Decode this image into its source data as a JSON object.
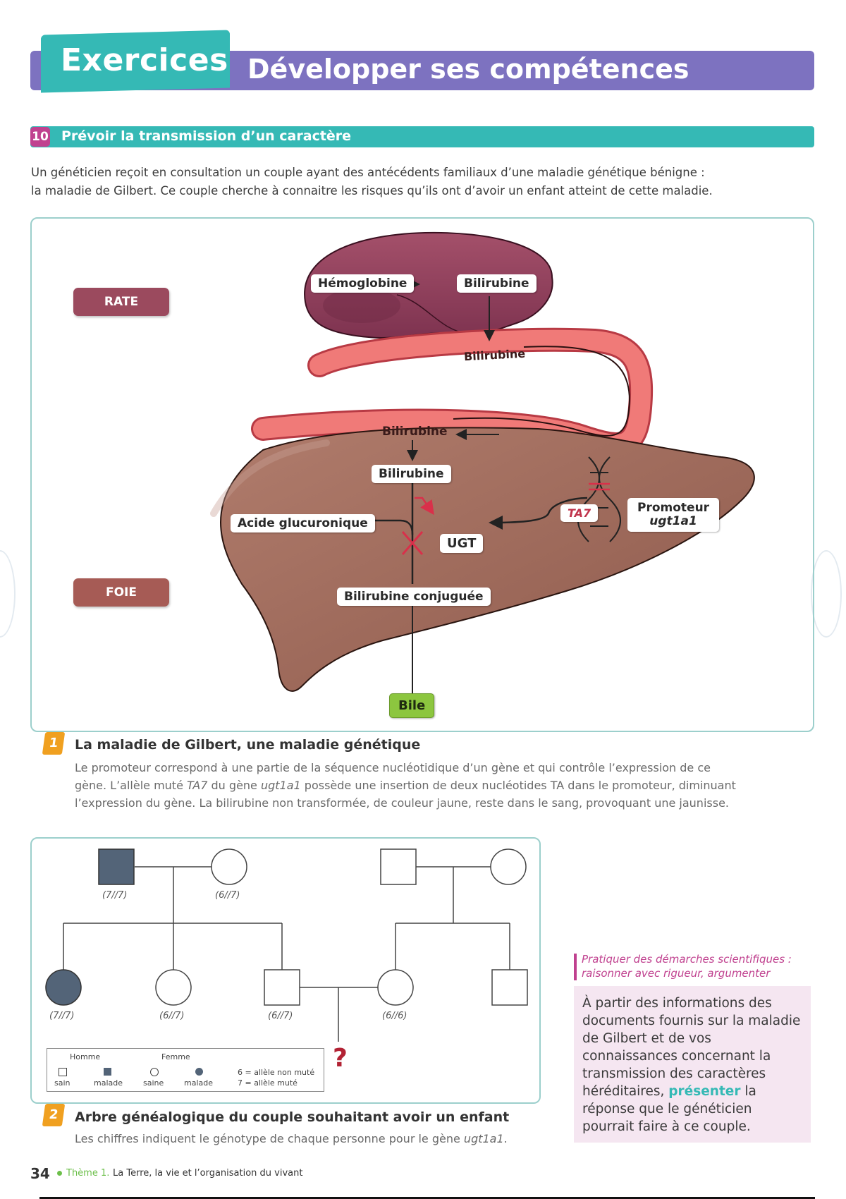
{
  "header": {
    "tab_label": "Exercices",
    "title": "Développer ses compétences",
    "colors": {
      "tab": "#35b9b5",
      "bar": "#7d72c0"
    }
  },
  "exercise": {
    "number": "10",
    "title": "Prévoir la transmission d’un caractère",
    "intro_line1": "Un généticien reçoit en consultation un couple ayant des antécédents familiaux d’une maladie génétique bénigne :",
    "intro_line2": "la maladie de Gilbert. Ce couple cherche à connaitre les risques qu’ils ont d’avoir un enfant atteint de cette maladie."
  },
  "doc1": {
    "organs": {
      "rate": "RATE",
      "foie": "FOIE"
    },
    "labels": {
      "hemoglobine": "Hémoglobine",
      "bilirubine_rate": "Bilirubine",
      "bilirubine_vessel1": "Bilirubine",
      "bilirubine_vessel2": "Bilirubine",
      "bilirubine_liver": "Bilirubine",
      "acide": "Acide glucuronique",
      "ugt": "UGT",
      "bilirubine_conj": "Bilirubine conjuguée",
      "ta7": "TA7",
      "promoteur": "Promoteur",
      "promoteur_gene": "ugt1a1",
      "bile": "Bile"
    },
    "badge": "1",
    "caption_title": "La maladie de Gilbert, une maladie génétique",
    "caption_line1": "Le promoteur correspond à une partie de la séquence nucléotidique d’un gène et qui contrôle l’expression de ce",
    "caption_line2_a": "gène. L’allèle muté ",
    "caption_line2_ta7": "TA7",
    "caption_line2_b": " du gène ",
    "caption_line2_gene": "ugt1a1",
    "caption_line2_c": " possède une insertion de deux nucléotides TA dans le promoteur, diminuant",
    "caption_line3": "l’expression du gène. La bilirubine non transformée, de couleur jaune, reste dans le sang, provoquant une jaunisse."
  },
  "doc2": {
    "individuals": [
      {
        "id": "I-1",
        "sex": "male",
        "affected": true,
        "genotype": "(7//7)"
      },
      {
        "id": "I-2",
        "sex": "female",
        "affected": false,
        "genotype": "(6//7)"
      },
      {
        "id": "I-3",
        "sex": "male",
        "affected": false,
        "genotype": ""
      },
      {
        "id": "I-4",
        "sex": "female",
        "affected": false,
        "genotype": ""
      },
      {
        "id": "II-1",
        "sex": "female",
        "affected": true,
        "genotype": "(7//7)"
      },
      {
        "id": "II-2",
        "sex": "female",
        "affected": false,
        "genotype": "(6//7)"
      },
      {
        "id": "II-3",
        "sex": "male",
        "affected": false,
        "genotype": "(6//7)"
      },
      {
        "id": "II-4",
        "sex": "female",
        "affected": false,
        "genotype": "(6//6)"
      },
      {
        "id": "II-5",
        "sex": "male",
        "affected": false,
        "genotype": ""
      }
    ],
    "legend": {
      "homme": "Homme",
      "femme": "Femme",
      "sain": "sain",
      "malade_h": "malade",
      "saine": "saine",
      "malade_f": "malade",
      "allele6": "6 = allèle non muté",
      "allele7": "7 = allèle muté"
    },
    "question_mark": "?",
    "badge": "2",
    "caption_title": "Arbre généalogique du couple souhaitant avoir un enfant",
    "caption_body_a": "Les chiffres indiquent le génotype de chaque personne pour le gène ",
    "caption_body_gene": "ugt1a1",
    "caption_body_b": "."
  },
  "task": {
    "skill_line1": "Pratiquer des démarches scientifiques :",
    "skill_line2": "raisonner avec rigueur, argumenter",
    "text_a": "À partir des informations des documents fournis sur la maladie de Gilbert et de vos connaissances concernant la transmission des caractères héréditaires, ",
    "text_verb": "présenter",
    "text_b": " la réponse que le généticien pourrait faire à ce couple."
  },
  "footer": {
    "page_number": "34",
    "theme_label": "Thème 1.",
    "theme_title": "La Terre, la vie et l’organisation du vivant"
  }
}
